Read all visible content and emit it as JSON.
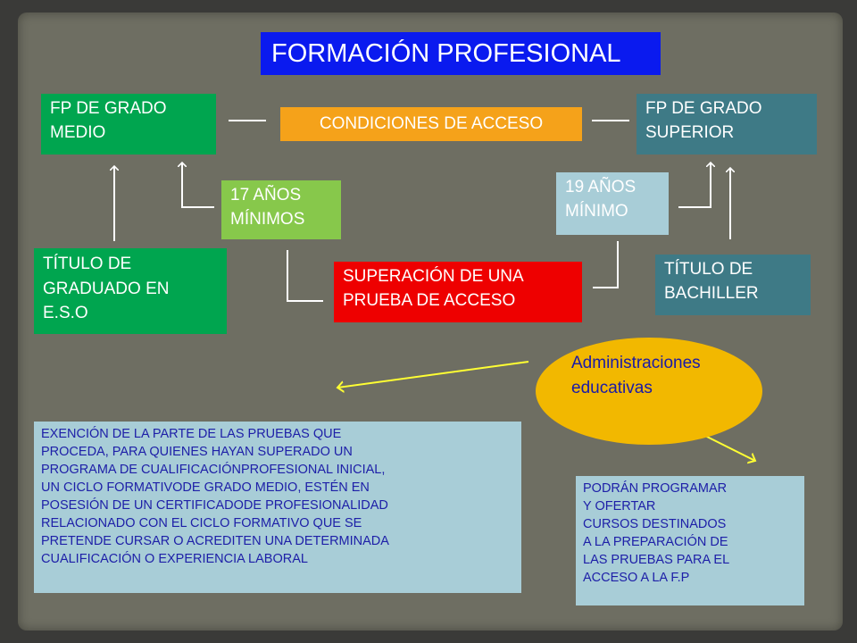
{
  "colors": {
    "title_bg": "#0a1aef",
    "green": "#00a54f",
    "lime": "#87c84b",
    "teal": "#3e7a86",
    "orange": "#f5a21a",
    "red": "#ee0000",
    "light_blue": "#a8cdd7",
    "ellipse_yellow": "#f2b800",
    "arrow_yellow": "#ffff33",
    "panel_gray": "#6e6e62"
  },
  "title": "FORMACIÓN PROFESIONAL",
  "nodes": {
    "fp_grado_medio": "FP DE GRADO\nMEDIO",
    "condiciones_acceso": "CONDICIONES DE ACCESO",
    "fp_grado_superior": "FP DE GRADO\nSUPERIOR",
    "edad_17": "17 AÑOS\nMÍNIMOS",
    "edad_19": "19 AÑOS\nMÍNIMO",
    "titulo_eso": "TÍTULO DE\nGRADUADO EN\nE.S.O",
    "prueba_acceso": "SUPERACIÓN DE UNA\nPRUEBA DE ACCESO",
    "titulo_bachiller": "TÍTULO DE\nBACHILLER",
    "administraciones": "Administraciones\neducativas"
  },
  "notes": {
    "exencion": "EXENCIÓN DE LA PARTE DE LAS PRUEBAS QUE\nPROCEDA, PARA QUIENES HAYAN SUPERADO UN\nPROGRAMA DE CUALIFICACIÓNPROFESIONAL INICIAL,\nUN CICLO FORMATIVODE GRADO MEDIO, ESTÉN EN\nPOSESIÓN DE UN CERTIFICADODE PROFESIONALIDAD\nRELACIONADO CON EL CICLO FORMATIVO QUE SE\nPRETENDE CURSAR O ACREDITEN UNA DETERMINADA\nCUALIFICACIÓN O EXPERIENCIA LABORAL",
    "cursos": "PODRÁN PROGRAMAR\nY OFERTAR\nCURSOS DESTINADOS\nA LA PREPARACIÓN DE\nLAS PRUEBAS PARA EL\nACCESO A LA F.P"
  }
}
